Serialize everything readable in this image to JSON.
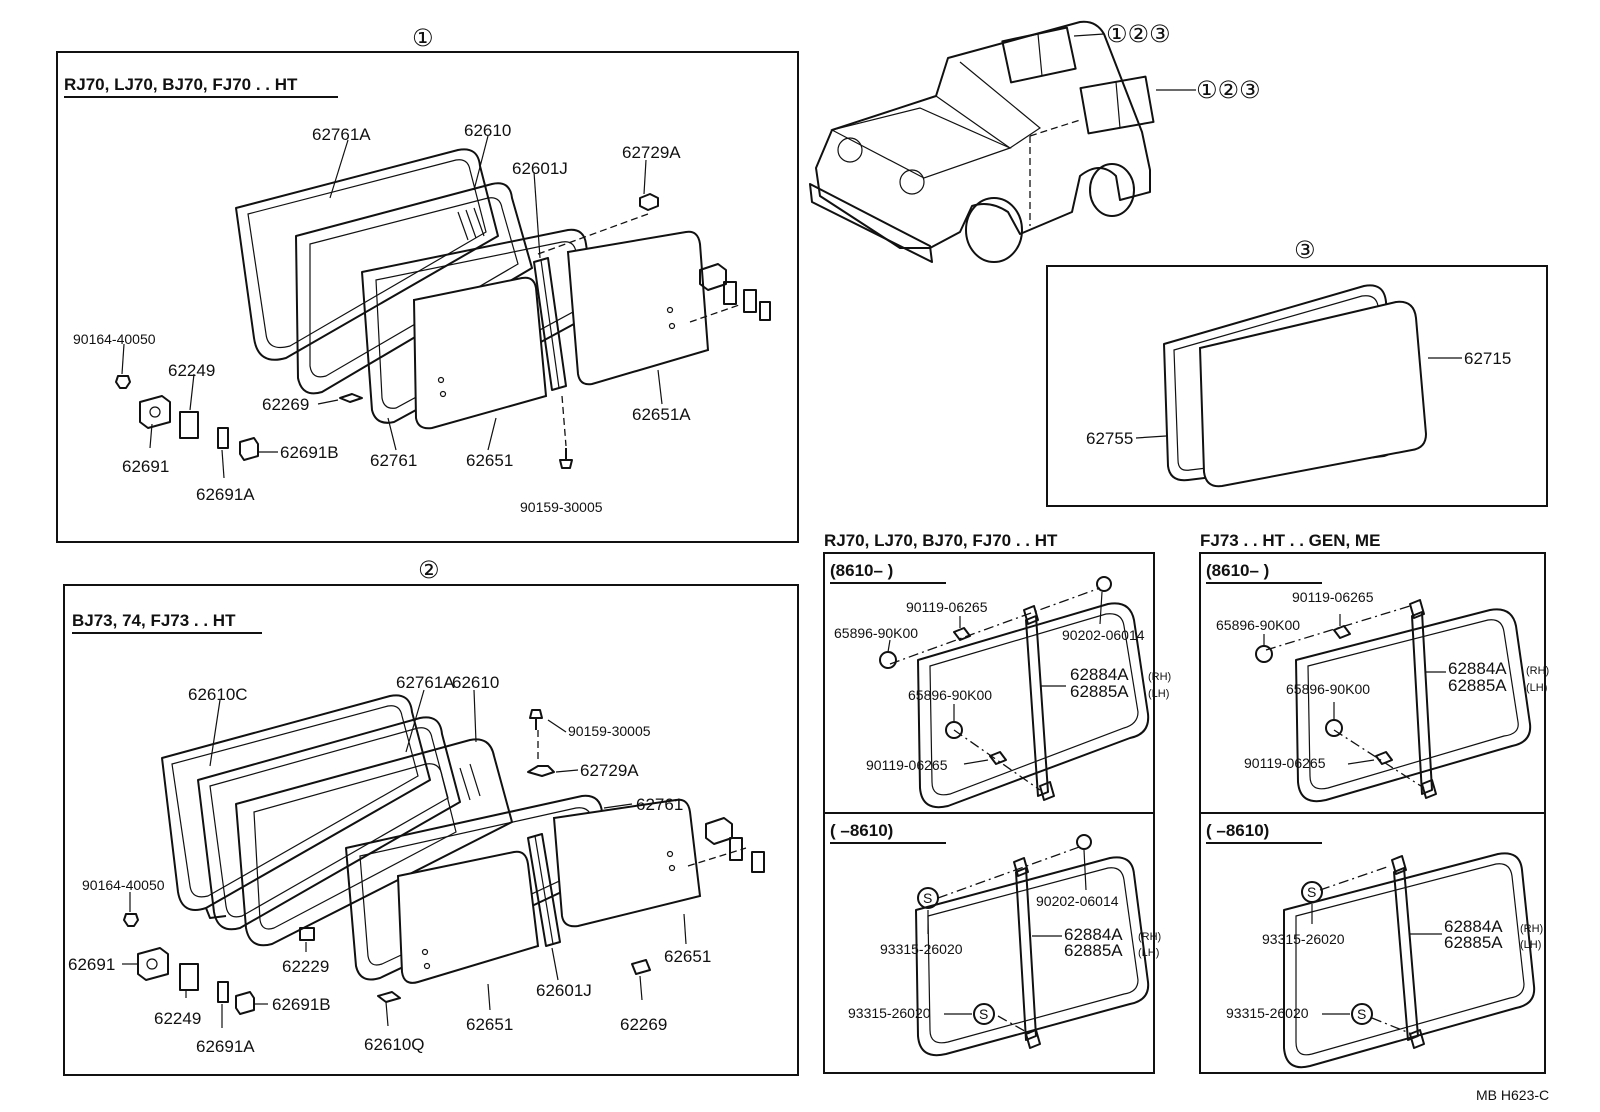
{
  "panels": {
    "p1": {
      "marker": "①",
      "header": "RJ70, LJ70, BJ70, FJ70 . . HT"
    },
    "p2": {
      "marker": "②",
      "header": "BJ73, 74, FJ73 . . HT"
    },
    "p3": {
      "marker": "③"
    },
    "p4": {
      "header": "RJ70, LJ70, BJ70, FJ70 . . HT",
      "sub_top": "(8610–        )",
      "sub_bottom": "(        –8610)"
    },
    "p5": {
      "header": "FJ73 . . HT . . GEN, ME",
      "sub_top": "(8610–        )",
      "sub_bottom": "(        –8610)"
    }
  },
  "vehicle": {
    "callout_top": "①②③",
    "callout_side": "①②③"
  },
  "parts_p1": {
    "a": "62761A",
    "b": "62610",
    "c": "62601J",
    "d": "62729A",
    "e": "90164-40050",
    "f": "62249",
    "g": "62269",
    "h": "62691",
    "i": "62691B",
    "j": "62691A",
    "k": "62761",
    "l": "62651",
    "m": "62651A",
    "n": "90159-30005"
  },
  "parts_p2": {
    "a": "62761A",
    "b": "62610",
    "c": "62610C",
    "d": "90159-30005",
    "e": "62729A",
    "f": "62761",
    "g": "90164-40050",
    "h": "62691",
    "i": "62249",
    "j": "62229",
    "k": "62691B",
    "l": "62691A",
    "m": "62651",
    "n": "62601J",
    "o": "62651",
    "p": "62269",
    "q": "62610Q"
  },
  "parts_p3": {
    "a": "62715",
    "b": "62755"
  },
  "parts_p4": {
    "a": "90119-06265",
    "b": "65896-90K00",
    "c": "90202-06014",
    "d": "62884A",
    "d_side": "(RH)",
    "e": "62885A",
    "e_side": "(LH)",
    "f": "65896-90K00",
    "g": "90119-06265",
    "h": "90202-06014",
    "i": "93315-26020",
    "j": "62884A",
    "j_side": "(RH)",
    "k": "62885A",
    "k_side": "(LH)",
    "l": "93315-26020",
    "s": "S"
  },
  "parts_p5": {
    "a": "90119-06265",
    "b": "65896-90K00",
    "d": "62884A",
    "d_side": "(RH)",
    "e": "62885A",
    "e_side": "(LH)",
    "f": "65896-90K00",
    "g": "90119-06265",
    "i": "93315-26020",
    "j": "62884A",
    "j_side": "(RH)",
    "k": "62885A",
    "k_side": "(LH)",
    "l": "93315-26020",
    "s": "S"
  },
  "footer": {
    "code": "MB   H623-C"
  }
}
